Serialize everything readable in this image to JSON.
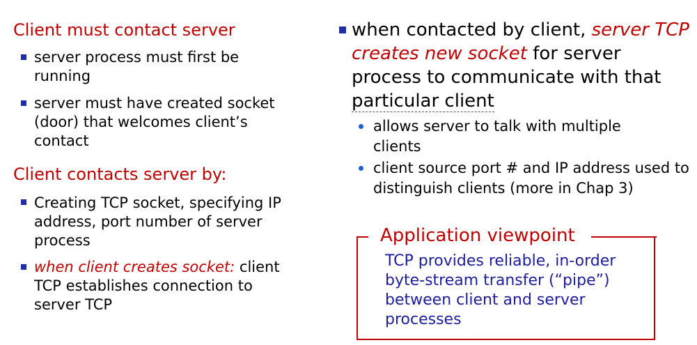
{
  "left": {
    "heading1": "Client must contact server",
    "bullets1": [
      "server process must first be running",
      "server must have created socket (door) that welcomes client’s contact"
    ],
    "heading2": "Client contacts server by:",
    "bullets2": {
      "b1": "Creating TCP socket, specifying IP address, port number of server process",
      "b2_emph": "when client creates socket:",
      "b2_rest": " client TCP establishes connection to server TCP"
    }
  },
  "right": {
    "main": {
      "part1": "when contacted by client, ",
      "emph": "server TCP creates new socket",
      "part2": " for server process to communicate with that ",
      "part3": "particular client"
    },
    "subs": [
      "allows server to talk with multiple clients",
      "client source port # and IP address used to distinguish clients (more in Chap 3)"
    ]
  },
  "callout": {
    "title": "Application viewpoint",
    "body": "TCP provides reliable, in-order byte-stream transfer (“pipe”) between client and server processes"
  },
  "colors": {
    "red": "#c00000",
    "blue_text": "#1c1c9c",
    "bullet_square": "#1f2fa3",
    "bullet_dot": "#1f5fd6"
  }
}
